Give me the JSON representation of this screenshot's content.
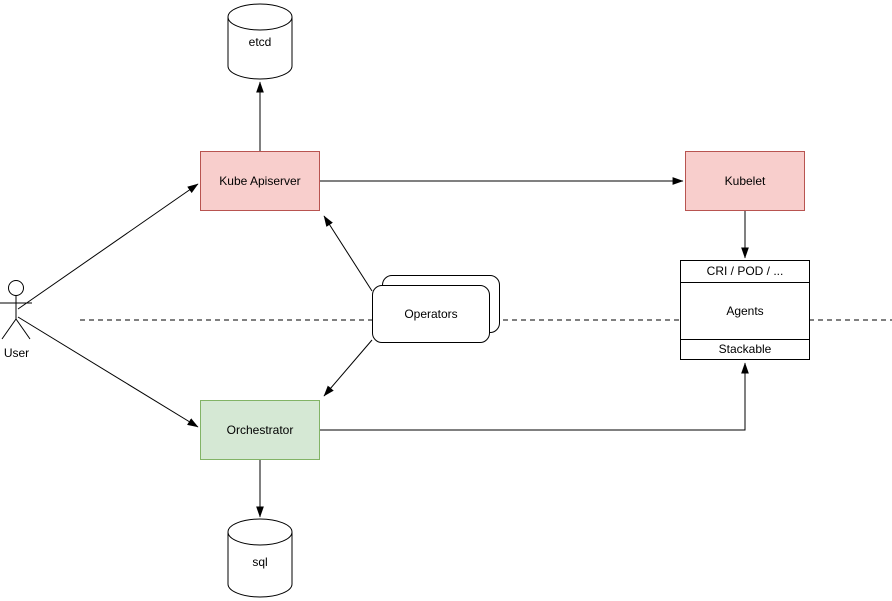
{
  "diagram": {
    "type": "architecture-flow",
    "nodes": {
      "user": {
        "label": "User",
        "shape": "actor"
      },
      "etcd": {
        "label": "etcd",
        "shape": "cylinder"
      },
      "kube_apiserver": {
        "label": "Kube Apiserver",
        "shape": "rect",
        "fill": "#f8cecc",
        "stroke": "#b85450"
      },
      "kubelet": {
        "label": "Kubelet",
        "shape": "rect",
        "fill": "#f8cecc",
        "stroke": "#b85450"
      },
      "operators": {
        "label": "Operators",
        "shape": "stacked-rounded-rect"
      },
      "agents": {
        "header": "CRI / POD / ...",
        "body": "Agents",
        "footer": "Stackable",
        "shape": "sectioned-rect"
      },
      "orchestrator": {
        "label": "Orchestrator",
        "shape": "rect",
        "fill": "#d5e8d4",
        "stroke": "#82b366"
      },
      "sql": {
        "label": "sql",
        "shape": "cylinder"
      }
    },
    "edges": [
      {
        "from": "user",
        "to": "kube_apiserver",
        "arrow": "end",
        "style": "solid"
      },
      {
        "from": "user",
        "to": "orchestrator",
        "arrow": "end",
        "style": "solid"
      },
      {
        "from": "kube_apiserver",
        "to": "etcd",
        "arrow": "end",
        "style": "solid"
      },
      {
        "from": "kube_apiserver",
        "to": "kubelet",
        "arrow": "end",
        "style": "solid"
      },
      {
        "from": "kubelet",
        "to": "agents",
        "arrow": "end",
        "style": "solid"
      },
      {
        "from": "operators",
        "to": "kube_apiserver",
        "arrow": "end",
        "style": "solid"
      },
      {
        "from": "operators",
        "to": "orchestrator",
        "arrow": "end",
        "style": "solid"
      },
      {
        "from": "orchestrator",
        "to": "agents",
        "arrow": "end",
        "style": "solid-orthogonal"
      },
      {
        "from": "orchestrator",
        "to": "sql",
        "arrow": "end",
        "style": "solid"
      },
      {
        "name": "boundary",
        "style": "dashed-horizontal-separator"
      }
    ]
  },
  "colors": {
    "red_fill": "#f8cecc",
    "red_stroke": "#b85450",
    "green_fill": "#d5e8d4",
    "green_stroke": "#82b366",
    "node_fill": "#ffffff",
    "line": "#000000"
  }
}
